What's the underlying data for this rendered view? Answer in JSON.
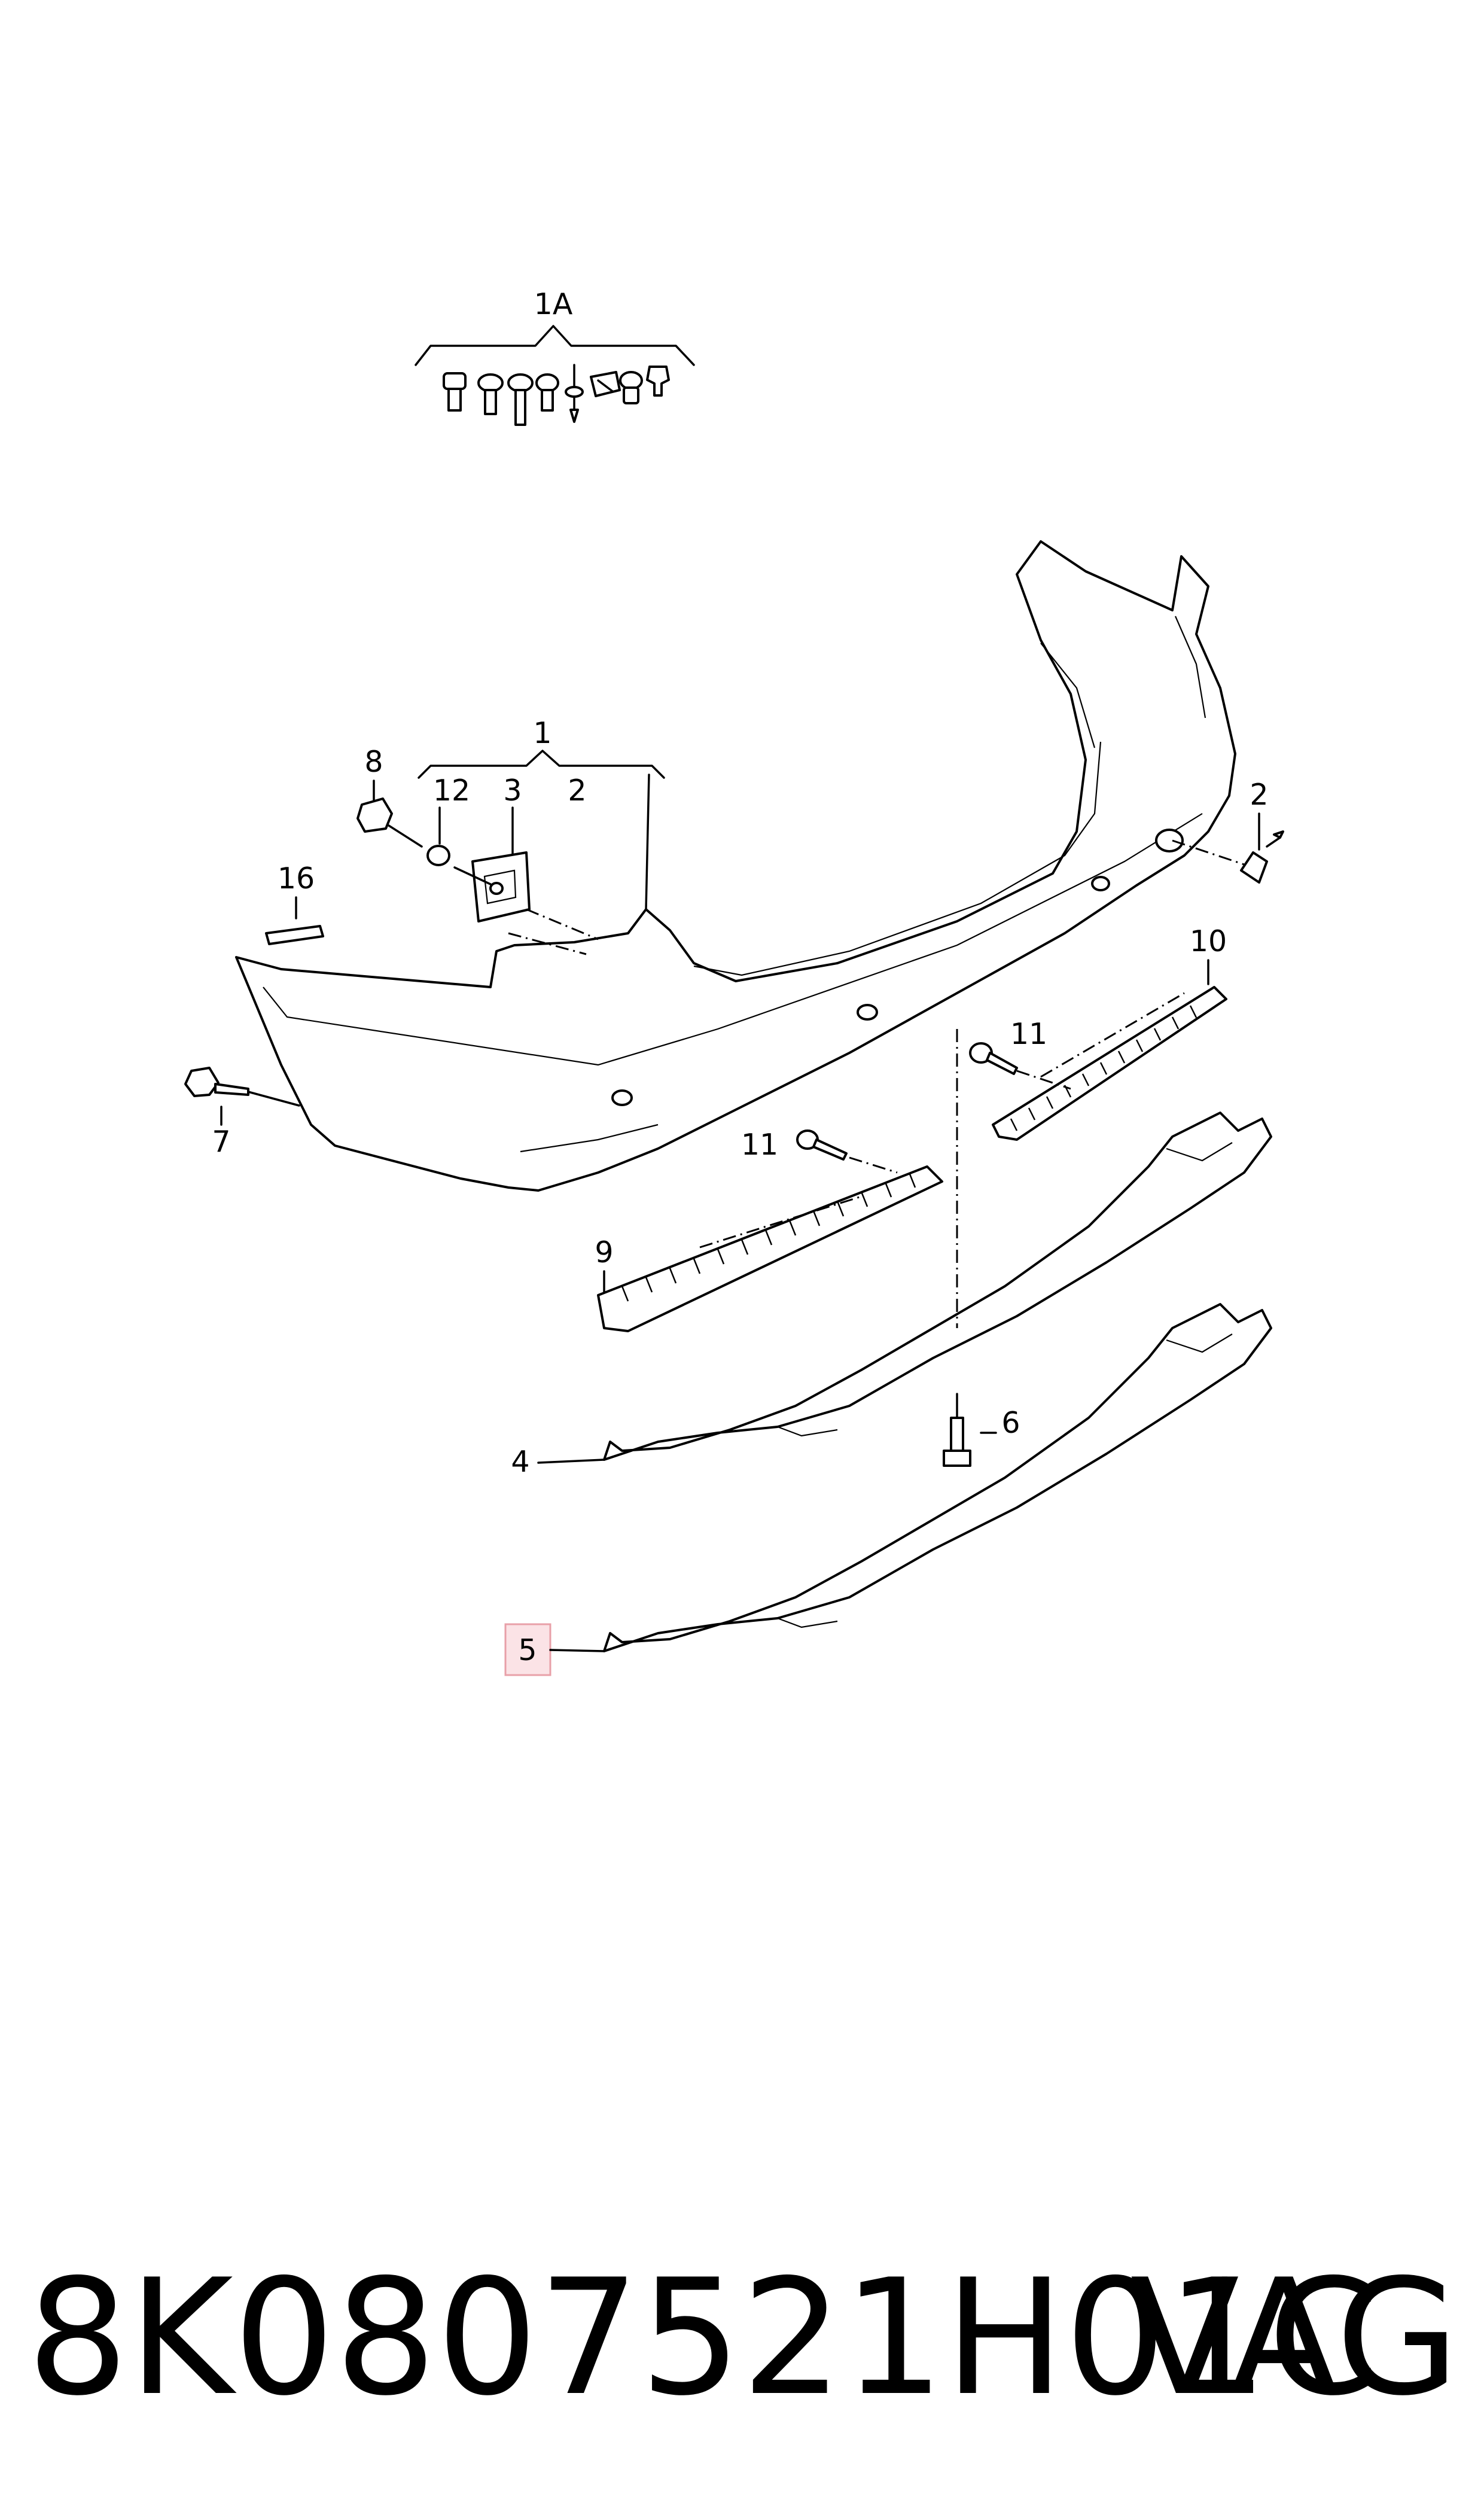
{
  "diagram": {
    "callouts": {
      "c1A": "1A",
      "c1": "1",
      "c2_top": "2",
      "c2_right": "2",
      "c3": "3",
      "c4": "4",
      "c5": "5",
      "c6": "6",
      "c7": "7",
      "c8": "8",
      "c9": "9",
      "c10": "10",
      "c11_top": "11",
      "c11_mid": "11",
      "c12": "12",
      "c16": "16"
    },
    "highlighted_callout": "5",
    "highlight_color": "#e8a0a8",
    "highlight_fill": "#fbe3e6"
  },
  "footer": {
    "part_number": "8K0807521H01C",
    "brand": "VAG"
  }
}
